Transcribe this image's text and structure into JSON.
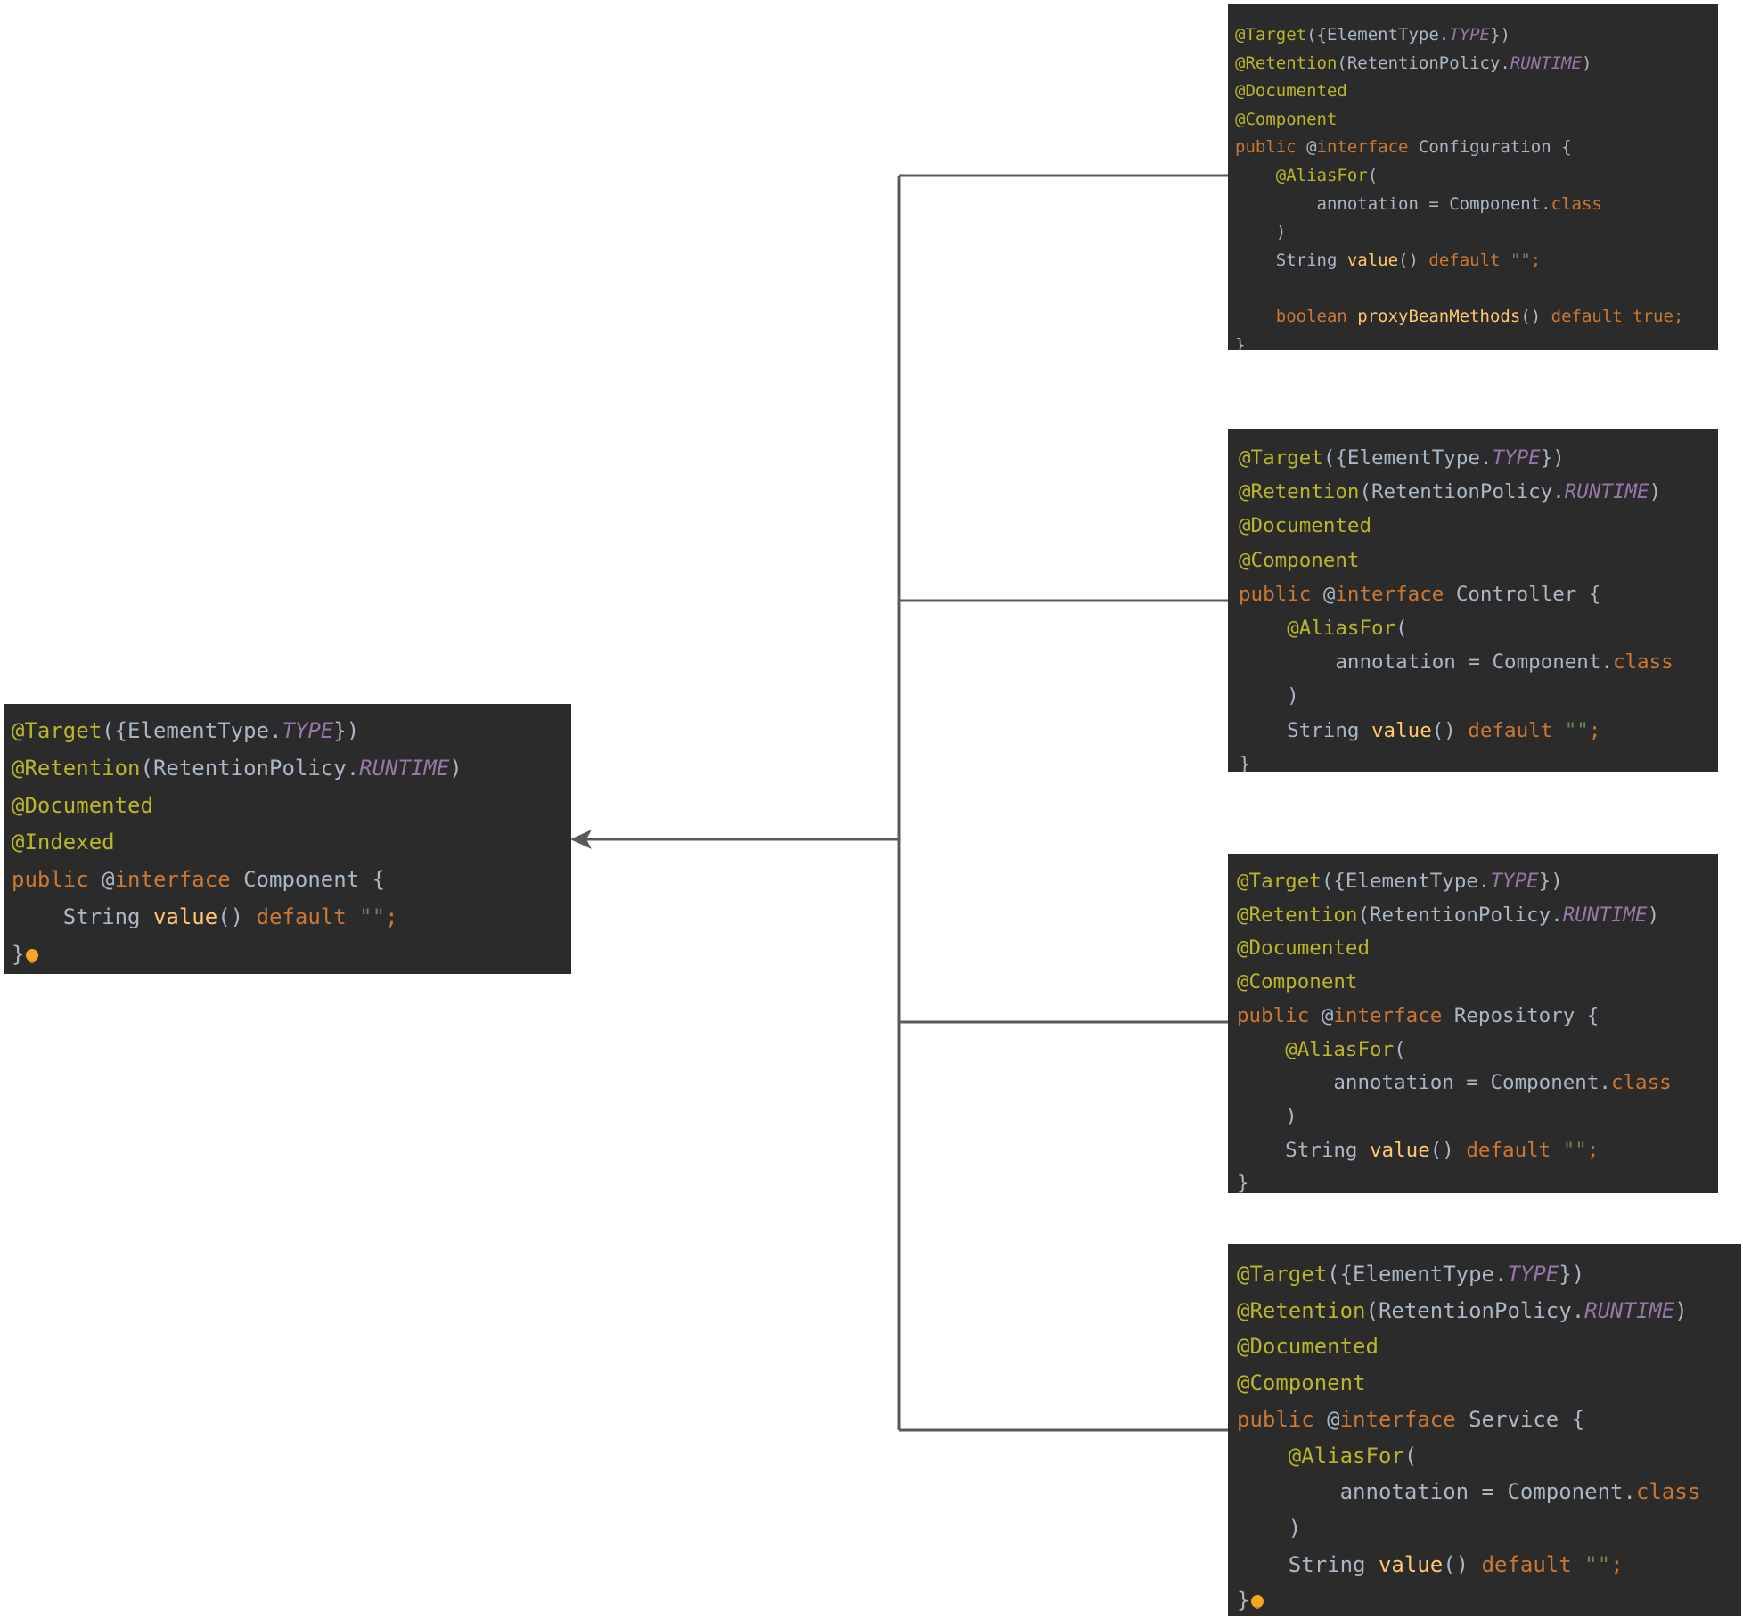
{
  "colors": {
    "panel_bg": "#2b2b2b",
    "annotation": "#bbb529",
    "keyword": "#cc7832",
    "constant": "#9876aa",
    "string": "#6a8759",
    "text": "#a9b7c6",
    "method": "#ffc66d",
    "connector": "#5a5a5a",
    "bulb": "#f5a623"
  },
  "panels": [
    {
      "id": "component",
      "has_bulb": true,
      "lines": [
        [
          [
            "@Target",
            "ann"
          ],
          [
            "({ElementType.",
            "plain"
          ],
          [
            "TYPE",
            "const"
          ],
          [
            "})",
            "plain"
          ]
        ],
        [
          [
            "@Retention",
            "ann"
          ],
          [
            "(RetentionPolicy.",
            "plain"
          ],
          [
            "RUNTIME",
            "const"
          ],
          [
            ")",
            "plain"
          ]
        ],
        [
          [
            "@Documented",
            "ann"
          ]
        ],
        [
          [
            "@Indexed",
            "ann"
          ]
        ],
        [
          [
            "public ",
            "kw"
          ],
          [
            "@",
            "plain"
          ],
          [
            "interface ",
            "kw"
          ],
          [
            "Component",
            "class"
          ],
          [
            " {",
            "plain"
          ]
        ],
        [
          [
            "    String ",
            "plain"
          ],
          [
            "value",
            "method"
          ],
          [
            "() ",
            "plain"
          ],
          [
            "default ",
            "kw"
          ],
          [
            "\"\"",
            "str"
          ],
          [
            ";",
            "kw"
          ]
        ],
        [
          [
            "}",
            "plain"
          ]
        ]
      ]
    },
    {
      "id": "configuration",
      "has_bulb": false,
      "lines": [
        [
          [
            "@Target",
            "ann"
          ],
          [
            "({ElementType.",
            "plain"
          ],
          [
            "TYPE",
            "const"
          ],
          [
            "})",
            "plain"
          ]
        ],
        [
          [
            "@Retention",
            "ann"
          ],
          [
            "(RetentionPolicy.",
            "plain"
          ],
          [
            "RUNTIME",
            "const"
          ],
          [
            ")",
            "plain"
          ]
        ],
        [
          [
            "@Documented",
            "ann"
          ]
        ],
        [
          [
            "@Component",
            "ann"
          ]
        ],
        [
          [
            "public ",
            "kw"
          ],
          [
            "@",
            "plain"
          ],
          [
            "interface ",
            "kw"
          ],
          [
            "Configuration",
            "class"
          ],
          [
            " {",
            "plain"
          ]
        ],
        [
          [
            "    ",
            "plain"
          ],
          [
            "@AliasFor",
            "ann"
          ],
          [
            "(",
            "plain"
          ]
        ],
        [
          [
            "        annotation = ",
            "plain"
          ],
          [
            "Component",
            "class"
          ],
          [
            ".",
            "plain"
          ],
          [
            "class",
            "kw"
          ]
        ],
        [
          [
            "    )",
            "plain"
          ]
        ],
        [
          [
            "    String ",
            "plain"
          ],
          [
            "value",
            "method"
          ],
          [
            "() ",
            "plain"
          ],
          [
            "default ",
            "kw"
          ],
          [
            "\"\"",
            "str"
          ],
          [
            ";",
            "kw"
          ]
        ],
        [
          [
            "",
            "plain"
          ]
        ],
        [
          [
            "    ",
            "plain"
          ],
          [
            "boolean ",
            "kw"
          ],
          [
            "proxyBeanMethods",
            "method"
          ],
          [
            "() ",
            "plain"
          ],
          [
            "default ",
            "kw"
          ],
          [
            "true",
            "kw"
          ],
          [
            ";",
            "kw"
          ]
        ],
        [
          [
            "}",
            "plain"
          ]
        ]
      ]
    },
    {
      "id": "controller",
      "has_bulb": false,
      "lines": [
        [
          [
            "@Target",
            "ann"
          ],
          [
            "({ElementType.",
            "plain"
          ],
          [
            "TYPE",
            "const"
          ],
          [
            "})",
            "plain"
          ]
        ],
        [
          [
            "@Retention",
            "ann"
          ],
          [
            "(RetentionPolicy.",
            "plain"
          ],
          [
            "RUNTIME",
            "const"
          ],
          [
            ")",
            "plain"
          ]
        ],
        [
          [
            "@Documented",
            "ann"
          ]
        ],
        [
          [
            "@Component",
            "ann"
          ]
        ],
        [
          [
            "public ",
            "kw"
          ],
          [
            "@",
            "plain"
          ],
          [
            "interface ",
            "kw"
          ],
          [
            "Controller",
            "class"
          ],
          [
            " {",
            "plain"
          ]
        ],
        [
          [
            "    ",
            "plain"
          ],
          [
            "@AliasFor",
            "ann"
          ],
          [
            "(",
            "plain"
          ]
        ],
        [
          [
            "        annotation = ",
            "plain"
          ],
          [
            "Component",
            "class"
          ],
          [
            ".",
            "plain"
          ],
          [
            "class",
            "kw"
          ]
        ],
        [
          [
            "    )",
            "plain"
          ]
        ],
        [
          [
            "    String ",
            "plain"
          ],
          [
            "value",
            "method"
          ],
          [
            "() ",
            "plain"
          ],
          [
            "default ",
            "kw"
          ],
          [
            "\"\"",
            "str"
          ],
          [
            ";",
            "kw"
          ]
        ],
        [
          [
            "}",
            "plain"
          ]
        ]
      ]
    },
    {
      "id": "repository",
      "has_bulb": false,
      "lines": [
        [
          [
            "@Target",
            "ann"
          ],
          [
            "({ElementType.",
            "plain"
          ],
          [
            "TYPE",
            "const"
          ],
          [
            "})",
            "plain"
          ]
        ],
        [
          [
            "@Retention",
            "ann"
          ],
          [
            "(RetentionPolicy.",
            "plain"
          ],
          [
            "RUNTIME",
            "const"
          ],
          [
            ")",
            "plain"
          ]
        ],
        [
          [
            "@Documented",
            "ann"
          ]
        ],
        [
          [
            "@Component",
            "ann"
          ]
        ],
        [
          [
            "public ",
            "kw"
          ],
          [
            "@",
            "plain"
          ],
          [
            "interface ",
            "kw"
          ],
          [
            "Repository",
            "class"
          ],
          [
            " {",
            "plain"
          ]
        ],
        [
          [
            "    ",
            "plain"
          ],
          [
            "@AliasFor",
            "ann"
          ],
          [
            "(",
            "plain"
          ]
        ],
        [
          [
            "        annotation = ",
            "plain"
          ],
          [
            "Component",
            "class"
          ],
          [
            ".",
            "plain"
          ],
          [
            "class",
            "kw"
          ]
        ],
        [
          [
            "    )",
            "plain"
          ]
        ],
        [
          [
            "    String ",
            "plain"
          ],
          [
            "value",
            "method"
          ],
          [
            "() ",
            "plain"
          ],
          [
            "default ",
            "kw"
          ],
          [
            "\"\"",
            "str"
          ],
          [
            ";",
            "kw"
          ]
        ],
        [
          [
            "}",
            "plain"
          ]
        ]
      ]
    },
    {
      "id": "service",
      "has_bulb": true,
      "lines": [
        [
          [
            "@Target",
            "ann"
          ],
          [
            "({ElementType.",
            "plain"
          ],
          [
            "TYPE",
            "const"
          ],
          [
            "})",
            "plain"
          ]
        ],
        [
          [
            "@Retention",
            "ann"
          ],
          [
            "(RetentionPolicy.",
            "plain"
          ],
          [
            "RUNTIME",
            "const"
          ],
          [
            ")",
            "plain"
          ]
        ],
        [
          [
            "@Documented",
            "ann"
          ]
        ],
        [
          [
            "@Component",
            "ann"
          ]
        ],
        [
          [
            "public ",
            "kw"
          ],
          [
            "@",
            "plain"
          ],
          [
            "interface ",
            "kw"
          ],
          [
            "Service",
            "class"
          ],
          [
            " {",
            "plain"
          ]
        ],
        [
          [
            "    ",
            "plain"
          ],
          [
            "@AliasFor",
            "ann"
          ],
          [
            "(",
            "plain"
          ]
        ],
        [
          [
            "        annotation = ",
            "plain"
          ],
          [
            "Component",
            "class"
          ],
          [
            ".",
            "plain"
          ],
          [
            "class",
            "kw"
          ]
        ],
        [
          [
            "    )",
            "plain"
          ]
        ],
        [
          [
            "    String ",
            "plain"
          ],
          [
            "value",
            "method"
          ],
          [
            "() ",
            "plain"
          ],
          [
            "default ",
            "kw"
          ],
          [
            "\"\"",
            "str"
          ],
          [
            ";",
            "kw"
          ]
        ],
        [
          [
            "}",
            "plain"
          ]
        ]
      ]
    }
  ]
}
